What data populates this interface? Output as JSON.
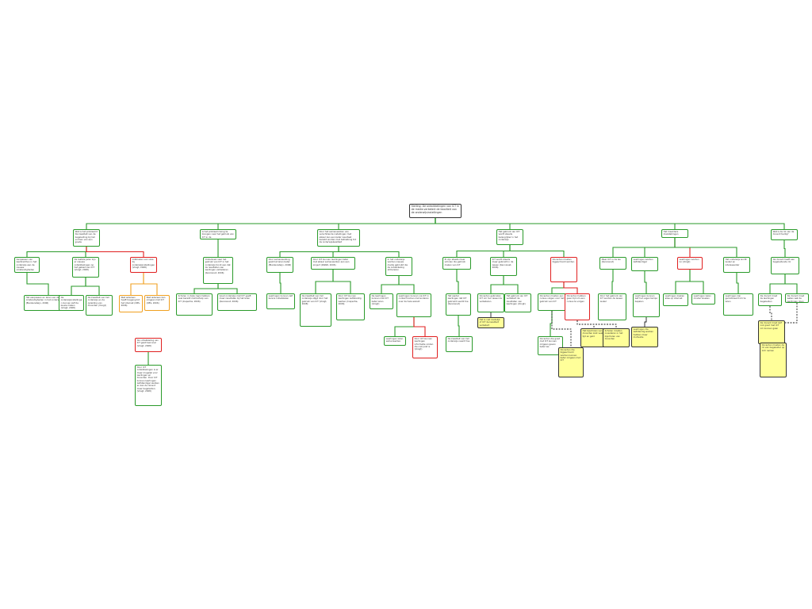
{
  "colors": {
    "edge_green": "#2a9a2a",
    "edge_red": "#e02020",
    "edge_orange": "#f0a020",
    "edge_dashed": "#222222",
    "note_fill": "#ffff99"
  },
  "nodes": [
    {
      "id": "root",
      "type": "root",
      "text": "Stelling: De ontwikkelingen van ICT in de media verbetert de kwaliteit van de onderwijsinstellingen"
    },
    {
      "id": "h1",
      "type": "green",
      "text": "Wat is het probleem? De kwaliteit van de begeleiding bij het vormen van een goede"
    },
    {
      "id": "h2",
      "type": "green",
      "text": "Is het probleem terug te brengen naar het gebruik van ICT in de onderwijsinstellingen?"
    },
    {
      "id": "h3",
      "type": "green",
      "text": "Door het samenwerken van verschillende instellingen met elkaar kan een beter resultaat bereikt worden met betrekking tot de onderwijskwaliteit"
    },
    {
      "id": "h4",
      "type": "green",
      "text": "Het gebruik van ICT wordt steeds belangrijker in het onderwijs"
    },
    {
      "id": "h5",
      "type": "green",
      "text": "Het meerdere doelstellingen"
    },
    {
      "id": "h6",
      "type": "green",
      "text": "Wat is de rol van de docent hierbij?"
    },
    {
      "id": "c11",
      "type": "green",
      "text": "Aanpassen van leerkrachten in het onderwijs aan de nieuwe omstandigheden (2006)"
    },
    {
      "id": "c12",
      "type": "green",
      "text": "De laatste jaren zijn er nieuwe ontwikkelingen op het gebied van ICT (Voogt, 2008)"
    },
    {
      "id": "c13",
      "type": "red",
      "text": "Ontbreken van visie bij onderwijsinstellingen (Voogt, 2008)"
    },
    {
      "id": "g111",
      "type": "green",
      "text": "Het aanpassen en leren van de nieuwe omstandigheden in het onderwijs (Blankensteijn, 2006)"
    },
    {
      "id": "g121",
      "type": "green",
      "text": "De onderwijsinstellingen kunnen zelf de keuze maken (Voogt, 2008)"
    },
    {
      "id": "g122",
      "type": "green",
      "text": "De kwaliteit van het onderwijs en de opleiding van docenten (Voogt)"
    },
    {
      "id": "o131",
      "type": "orange",
      "text": "Niet iedereen heeft toegang tot het internet (CBS, 2006)"
    },
    {
      "id": "o132",
      "type": "orange",
      "text": "Niet iedereen kan omgaan met ICT (CBS, 2006)"
    },
    {
      "id": "r_extra",
      "type": "red",
      "text": "De ontwikkeling van ICT gaat heel snel (Voogt, 2008)"
    },
    {
      "id": "g_extra",
      "type": "green",
      "text": "Door ICT ontwikkelingen is er meer mogelijk voor leerlingen en docenten. Door ICT kunnen leerlingen zelfstandiger werken en kan de docent meer begeleiden. (Voogt, 2008)"
    },
    {
      "id": "c21",
      "type": "green",
      "text": "Onderzoek naar het gebruik van ICT in het onderwijs toont aan dat de resultaten van leerlingen verbeteren (Kennisnet, 2006)"
    },
    {
      "id": "g211",
      "type": "green",
      "text": "Scholen in deze regio hebben veel bereikt met behulp van ICT (Inspectie, 2006)"
    },
    {
      "id": "g212",
      "type": "green",
      "text": "Goed onderwijs met ICT geeft meer resultaten bij het leren (Kennisnet, 2006)"
    },
    {
      "id": "c31",
      "type": "green",
      "text": "Door samenwerking gaat het leren beter (Blankensteijn, 2006)"
    },
    {
      "id": "c32",
      "type": "green",
      "text": "Door ICT kunnen leerlingen beter met elkaar samenwerken aan een project (KNAW, 2006)"
    },
    {
      "id": "c33",
      "type": "green",
      "text": "In het onderwijs worden nieuwe media gebruikt die de ontwikkeling stimuleren"
    },
    {
      "id": "g311",
      "type": "green",
      "text": "Leerlingen kunnen zelf kennis ontwikkelen"
    },
    {
      "id": "g321",
      "type": "green",
      "text": "De kwaliteit van het onderwijs stijgt door het gebruik van ICT (Voogt, 2008)"
    },
    {
      "id": "g322",
      "type": "green",
      "text": "Door ICT kunnen leerlingen zelfstandig werken (Inspectie, 2006)"
    },
    {
      "id": "g331",
      "type": "green",
      "text": "De leerlingen kunnen met ICT beter leren (Voogt)"
    },
    {
      "id": "g332",
      "type": "green",
      "text": "Leerlingen kunnen via ICT in contact komen met anderen over de hele wereld"
    },
    {
      "id": "g3321",
      "type": "green",
      "text": "Leerlingen leren samenwerken"
    },
    {
      "id": "r3322",
      "type": "red",
      "text": "Door ICT kunnen leerlingen informatie vinden die niet juist is (Voogt)"
    },
    {
      "id": "c41",
      "type": "green",
      "text": "Er zijn steeds meer scholen die gebruik maken van ICT"
    },
    {
      "id": "c42",
      "type": "green",
      "text": "ICT wordt steeds meer gebruikt in de lessen (Kennisnet, 2006)"
    },
    {
      "id": "c43",
      "type": "red",
      "text": "Docenten moeten bijgeschoold worden"
    },
    {
      "id": "g411",
      "type": "green",
      "text": "Het aantal leerlingen dat ICT gebruikt neemt toe (Kennisnet)"
    },
    {
      "id": "g4111",
      "type": "green",
      "text": "De kwaliteit van het onderwijs neemt toe"
    },
    {
      "id": "g421",
      "type": "green",
      "text": "Docenten gebruiken ICT om hun lessen te verbeteren"
    },
    {
      "id": "n4211",
      "type": "note",
      "text": "Het is niet duidelijk of ICT de kwaliteit verbetert"
    },
    {
      "id": "g422",
      "type": "green",
      "text": "Het gebruik van ICT verbetert de resultaten van leerlingen (Voogt)"
    },
    {
      "id": "g431",
      "type": "green",
      "text": "Docenten moeten een cursus volgen voor het gebruik van ICT"
    },
    {
      "id": "r432",
      "type": "red",
      "text": "Docenten hebben geen tijd om een cursus te volgen"
    },
    {
      "id": "g4311",
      "type": "green",
      "text": "Docenten die goed met ICT kunnen omgaan geven beter les"
    },
    {
      "id": "n4312",
      "type": "note",
      "text": "Docenten die bijgeschoold worden kunnen beter omgaan met ICT"
    },
    {
      "id": "n4321",
      "type": "note",
      "text": "Het bijscholen van docenten kost veel tijd en geld"
    },
    {
      "id": "n4322",
      "type": "note",
      "text": "Scholen moeten investeren in het bijscholen van docenten"
    },
    {
      "id": "c51",
      "type": "green",
      "text": "Meer ICT in de les (Kennisnet)"
    },
    {
      "id": "c52",
      "type": "green",
      "text": "Leerlingen worden zelfstandiger"
    },
    {
      "id": "c53",
      "type": "red",
      "text": "Leerlingen worden lui (Voogt)"
    },
    {
      "id": "c54",
      "type": "green",
      "text": "Het onderwijs wordt leuker en interessanter"
    },
    {
      "id": "g511",
      "type": "green",
      "text": "Door het gebruik van ICT worden de lessen leuker"
    },
    {
      "id": "g521",
      "type": "green",
      "text": "Leerlingen kunnen zelf hun eigen tempo bepalen"
    },
    {
      "id": "n5211",
      "type": "note",
      "text": "Leerlingen die zelfstandig werken hebben meer motivatie"
    },
    {
      "id": "g531",
      "type": "green",
      "text": "Leerlingen zoeken alles op internet"
    },
    {
      "id": "g532",
      "type": "green",
      "text": "Leerlingen lezen minder boeken"
    },
    {
      "id": "g541",
      "type": "green",
      "text": "Leerlingen zijn gemotiveerd om te leren"
    },
    {
      "id": "c61",
      "type": "green",
      "text": "De docent heeft een begeleidende rol"
    },
    {
      "id": "g611",
      "type": "green",
      "text": "De docent moet de leerlingen begeleiden"
    },
    {
      "id": "g612",
      "type": "green",
      "text": "De docent moet weten wat de leerlingen doen"
    },
    {
      "id": "n6111",
      "type": "note",
      "text": "De docent moet zelf ook goed met ICT om kunnen gaan"
    },
    {
      "id": "n6112",
      "type": "note",
      "text": "Docenten moeten de rol van begeleider op zich nemen"
    }
  ],
  "edges": [
    [
      "root",
      "h1",
      "green",
      "solid"
    ],
    [
      "root",
      "h2",
      "green",
      "solid"
    ],
    [
      "root",
      "h3",
      "green",
      "solid"
    ],
    [
      "root",
      "h4",
      "green",
      "solid"
    ],
    [
      "root",
      "h5",
      "green",
      "solid"
    ],
    [
      "root",
      "h6",
      "green",
      "solid"
    ],
    [
      "h1",
      "c11",
      "green",
      "solid"
    ],
    [
      "h1",
      "c12",
      "green",
      "solid"
    ],
    [
      "h1",
      "c13",
      "red",
      "solid"
    ],
    [
      "c11",
      "g111",
      "green",
      "solid"
    ],
    [
      "c12",
      "g121",
      "green",
      "solid"
    ],
    [
      "c12",
      "g122",
      "green",
      "solid"
    ],
    [
      "c13",
      "o131",
      "orange",
      "solid"
    ],
    [
      "c13",
      "o132",
      "orange",
      "solid"
    ],
    [
      "r_extra",
      "g_extra",
      "green",
      "solid"
    ],
    [
      "h2",
      "c21",
      "green",
      "solid"
    ],
    [
      "c21",
      "g211",
      "green",
      "solid"
    ],
    [
      "c21",
      "g212",
      "green",
      "solid"
    ],
    [
      "h3",
      "c31",
      "green",
      "solid"
    ],
    [
      "h3",
      "c32",
      "green",
      "solid"
    ],
    [
      "h3",
      "c33",
      "green",
      "solid"
    ],
    [
      "c31",
      "g311",
      "green",
      "solid"
    ],
    [
      "c32",
      "g321",
      "green",
      "solid"
    ],
    [
      "c32",
      "g322",
      "green",
      "solid"
    ],
    [
      "c33",
      "g331",
      "green",
      "solid"
    ],
    [
      "c33",
      "g332",
      "green",
      "solid"
    ],
    [
      "g332",
      "g3321",
      "green",
      "solid"
    ],
    [
      "g332",
      "r3322",
      "red",
      "solid"
    ],
    [
      "h4",
      "c41",
      "green",
      "solid"
    ],
    [
      "h4",
      "c42",
      "green",
      "solid"
    ],
    [
      "h4",
      "c43",
      "green",
      "solid"
    ],
    [
      "c41",
      "g411",
      "green",
      "solid"
    ],
    [
      "g411",
      "g4111",
      "green",
      "solid"
    ],
    [
      "c42",
      "g421",
      "green",
      "solid"
    ],
    [
      "g421",
      "n4211",
      "black",
      "solid"
    ],
    [
      "c42",
      "g422",
      "green",
      "solid"
    ],
    [
      "c43",
      "g431",
      "green",
      "solid"
    ],
    [
      "c43",
      "r432",
      "red",
      "solid"
    ],
    [
      "g431",
      "g4311",
      "green",
      "solid"
    ],
    [
      "g431",
      "n4312",
      "black",
      "dashed"
    ],
    [
      "r432",
      "n4321",
      "black",
      "dashed"
    ],
    [
      "r432",
      "n4322",
      "black",
      "dashed"
    ],
    [
      "h5",
      "c51",
      "green",
      "solid"
    ],
    [
      "h5",
      "c52",
      "green",
      "solid"
    ],
    [
      "h5",
      "c53",
      "red",
      "solid"
    ],
    [
      "h5",
      "c54",
      "green",
      "solid"
    ],
    [
      "c51",
      "g511",
      "green",
      "solid"
    ],
    [
      "c52",
      "g521",
      "green",
      "solid"
    ],
    [
      "g521",
      "n5211",
      "black",
      "solid"
    ],
    [
      "c53",
      "g531",
      "green",
      "solid"
    ],
    [
      "c53",
      "g532",
      "green",
      "solid"
    ],
    [
      "c54",
      "g541",
      "green",
      "solid"
    ],
    [
      "h6",
      "c61",
      "green",
      "solid"
    ],
    [
      "c61",
      "g611",
      "green",
      "solid"
    ],
    [
      "c61",
      "g612",
      "green",
      "solid"
    ],
    [
      "g611",
      "n6111",
      "black",
      "dashed"
    ],
    [
      "g612",
      "n6112",
      "black",
      "dashed"
    ]
  ]
}
